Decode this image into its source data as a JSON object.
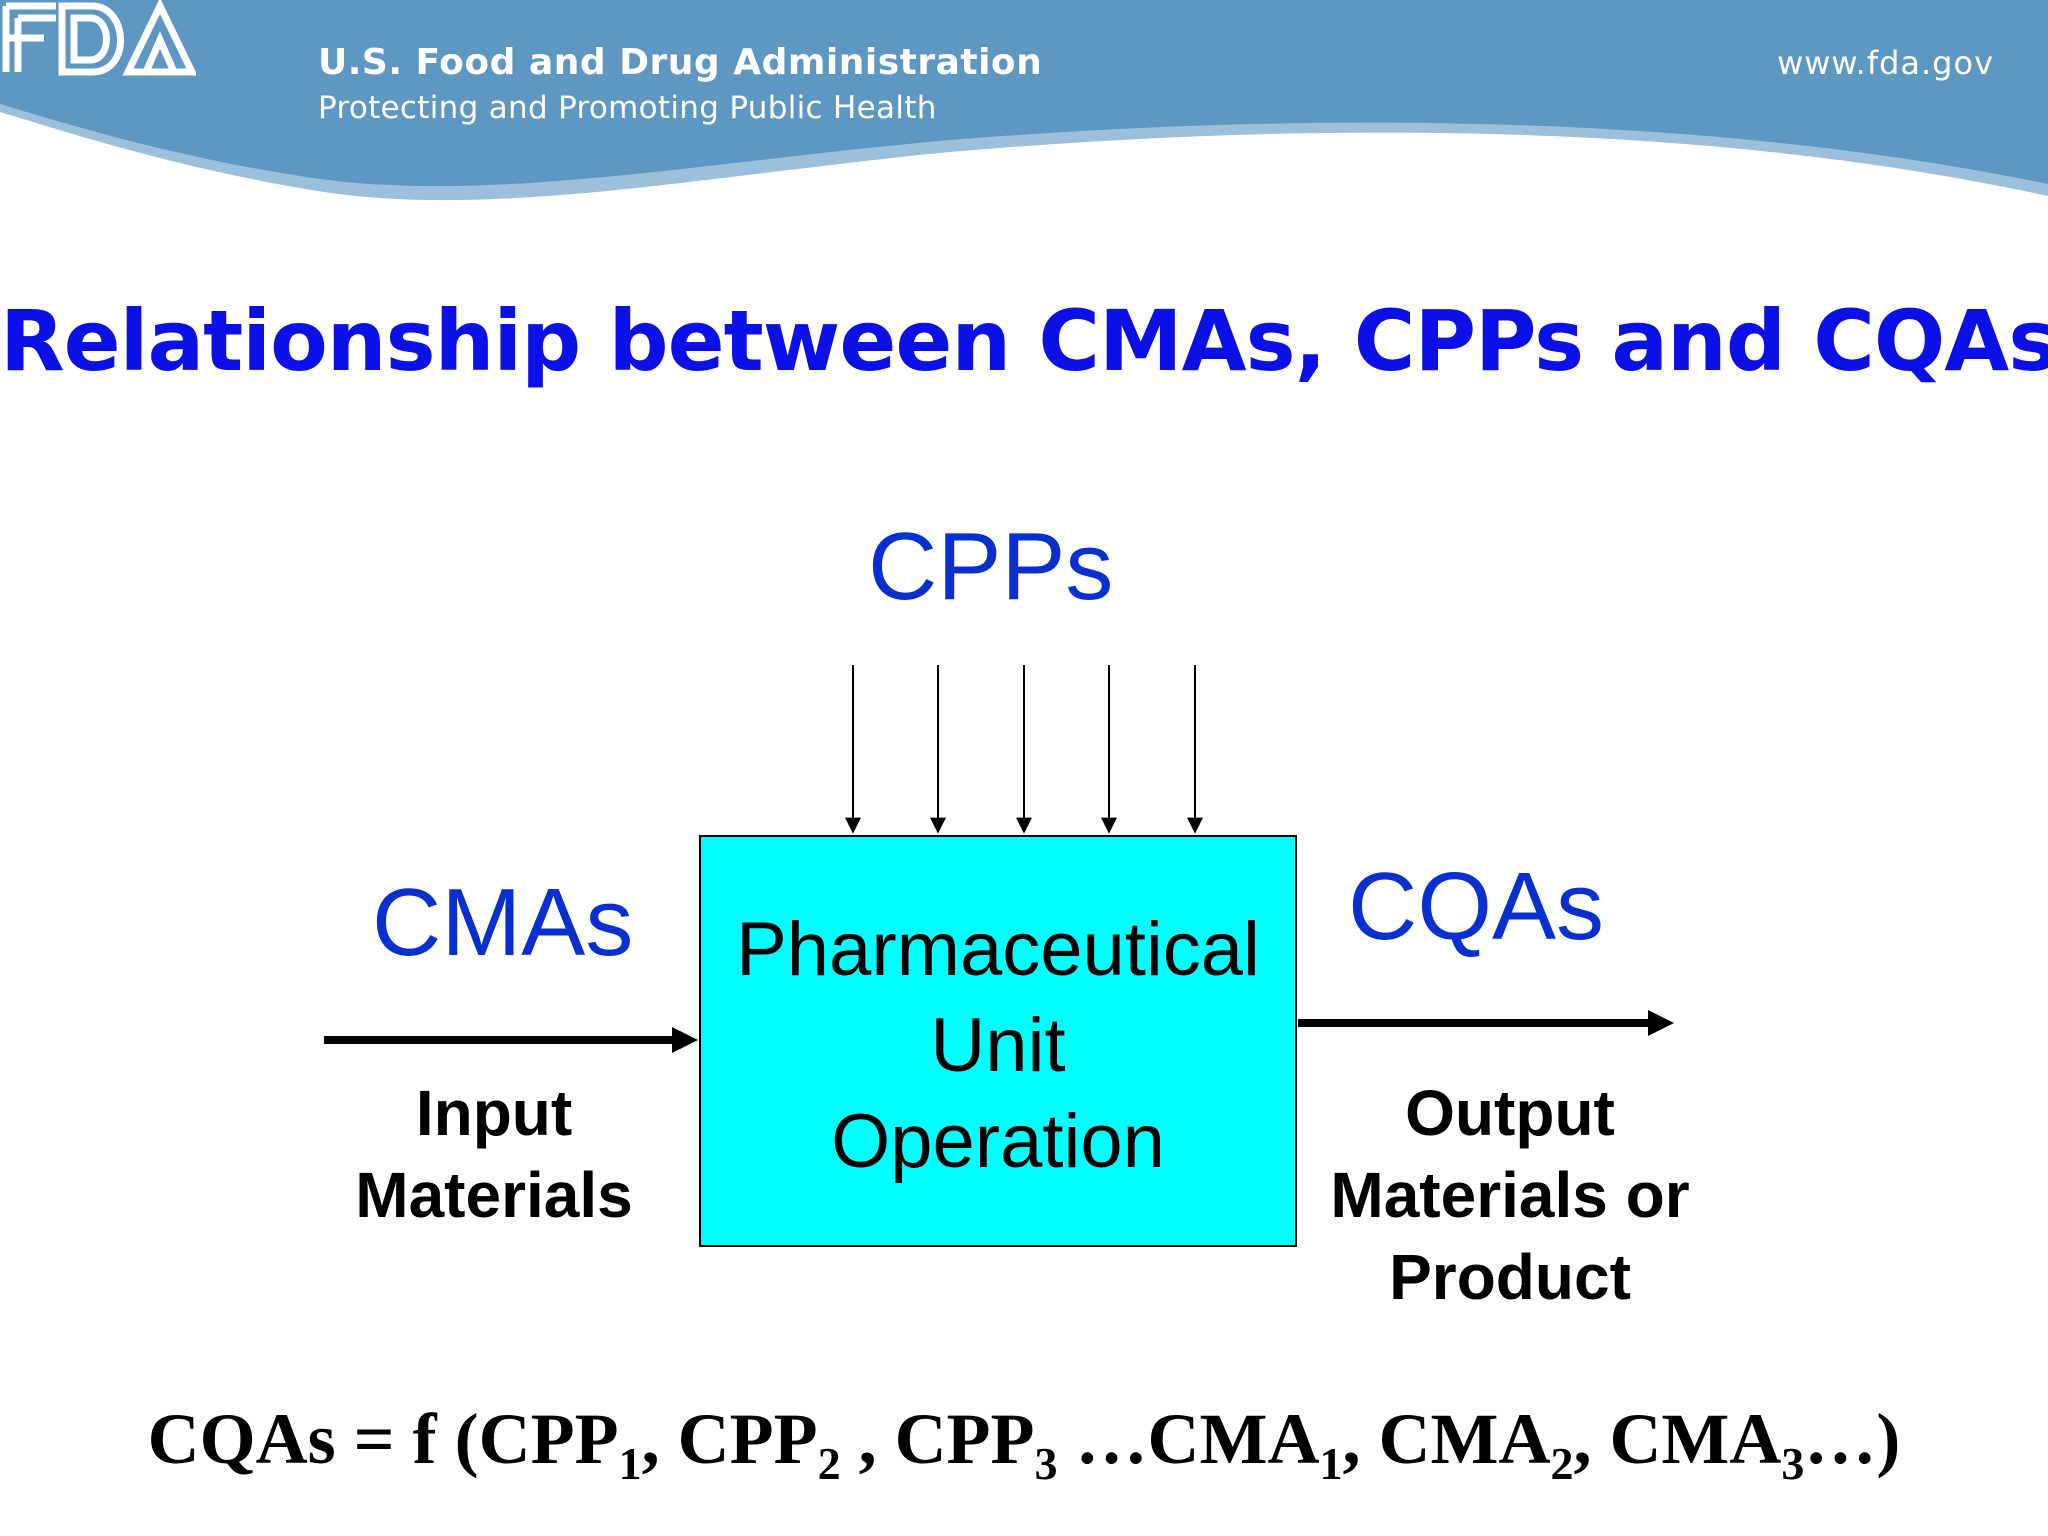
{
  "header": {
    "logo_text": "FDA",
    "agency_name": "U.S. Food and Drug Administration",
    "tagline": "Protecting and Promoting Public Health",
    "url": "www.fda.gov"
  },
  "title": "Relationship between CMAs, CPPs and CQAs",
  "diagram": {
    "cpps_label": "CPPs",
    "cmas_label": "CMAs",
    "cqas_label": "CQAs",
    "box_lines": [
      "Pharmaceutical",
      "Unit",
      "Operation"
    ],
    "input_lines": [
      "Input",
      "Materials"
    ],
    "output_lines": [
      "Output",
      "Materials or",
      "Product"
    ]
  },
  "formula": {
    "lead": "CQAs = f (",
    "parts": [
      {
        "base": "CPP",
        "sub": "1",
        "after": ", "
      },
      {
        "base": "CPP",
        "sub": "2",
        "after": " , "
      },
      {
        "base": "CPP",
        "sub": "3",
        "after": " …"
      },
      {
        "base": "CMA",
        "sub": "1",
        "after": ", "
      },
      {
        "base": "CMA",
        "sub": "2",
        "after": ", "
      },
      {
        "base": "CMA",
        "sub": "3",
        "after": "…)"
      }
    ]
  },
  "colors": {
    "header_blue": "#5f97c3",
    "title_blue": "#0a10e6",
    "label_blue": "#0a2fd0",
    "box_fill": "#00ffff"
  }
}
